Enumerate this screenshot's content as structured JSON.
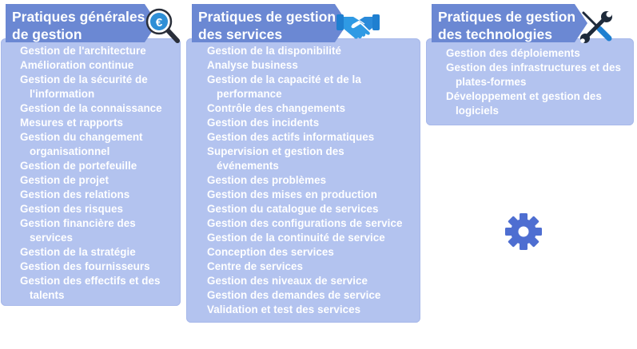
{
  "columns": [
    {
      "title_lines": [
        "Pratiques générales",
        "de gestion"
      ],
      "icon": "euro-magnifier-icon",
      "items": [
        "Gestion de l'architecture",
        "Amélioration continue",
        "Gestion de la sécurité de l'information",
        "Gestion de la connaissance",
        "Mesures et rapports",
        "Gestion du changement organisationnel",
        "Gestion de portefeuille",
        "Gestion de projet",
        "Gestion des relations",
        "Gestion des risques",
        "Gestion financière des services",
        "Gestion de la stratégie",
        "Gestion des fournisseurs",
        "Gestion des effectifs et des talents"
      ]
    },
    {
      "title_lines": [
        "Pratiques de gestion",
        "des services"
      ],
      "icon": "handshake-icon",
      "items": [
        "Gestion de la disponibilité",
        "Analyse business",
        "Gestion de la capacité et de la performance",
        "Contrôle des changements",
        "Gestion des incidents",
        "Gestion des actifs informatiques",
        "Supervision et gestion des événements",
        "Gestion des problèmes",
        "Gestion des mises en production",
        "Gestion du catalogue de services",
        "Gestion des configurations de service",
        "Gestion de la continuité de service",
        "Conception des services",
        "Centre de services",
        "Gestion des niveaux de service",
        "Gestion des demandes de service",
        "Validation et test des services"
      ]
    },
    {
      "title_lines": [
        "Pratiques de gestion",
        "des technologies"
      ],
      "icon": "tools-icon",
      "items": [
        "Gestion des déploiements",
        "Gestion des infrastructures et des plates-formes",
        "Développement et gestion des logiciels"
      ]
    }
  ],
  "colors": {
    "panel": "#b3c3ef",
    "header": "#6b88d3",
    "text": "#ffffff",
    "accent": "#4e6ed1"
  }
}
